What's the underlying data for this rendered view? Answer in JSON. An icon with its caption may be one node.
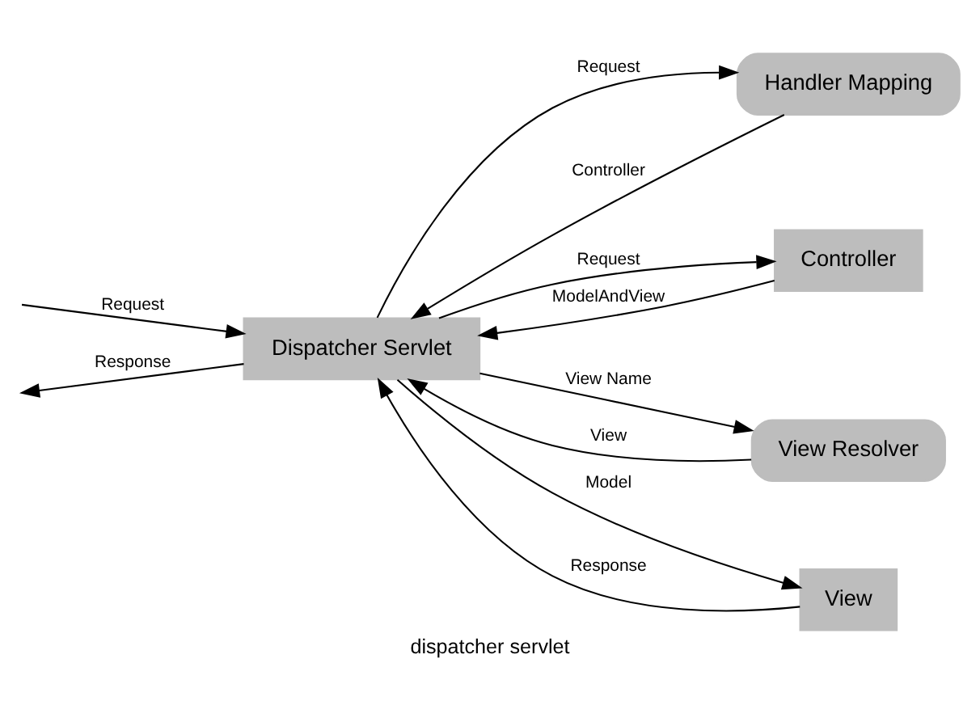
{
  "diagram": {
    "caption": "dispatcher servlet",
    "nodes": [
      {
        "text": [
          "Dispatcher Servlet"
        ]
      },
      {
        "text": [
          "Handler Mapping"
        ]
      },
      {
        "text": [
          "Controller"
        ]
      },
      {
        "text": [
          "View Resolver"
        ]
      },
      {
        "text": [
          "View"
        ]
      }
    ],
    "edges": [
      {
        "from": null,
        "to": 0,
        "arrow": "to",
        "label": "Request"
      },
      {
        "from": 0,
        "to": null,
        "arrow": "to",
        "label": "Response"
      },
      {
        "from": 0,
        "to": 1,
        "arrow": "to",
        "label": "Request"
      },
      {
        "from": 1,
        "to": 0,
        "arrow": "to",
        "label": "Controller"
      },
      {
        "from": 0,
        "to": 2,
        "arrow": "to",
        "label": "Request"
      },
      {
        "from": 2,
        "to": 0,
        "arrow": "to",
        "label": "ModelAndView"
      },
      {
        "from": 0,
        "to": 3,
        "arrow": "to",
        "label": "View Name"
      },
      {
        "from": 3,
        "to": 0,
        "arrow": "to",
        "label": "View"
      },
      {
        "from": 0,
        "to": 4,
        "arrow": "to",
        "label": "Model"
      },
      {
        "from": 4,
        "to": 0,
        "arrow": "to",
        "label": "Response"
      }
    ]
  }
}
